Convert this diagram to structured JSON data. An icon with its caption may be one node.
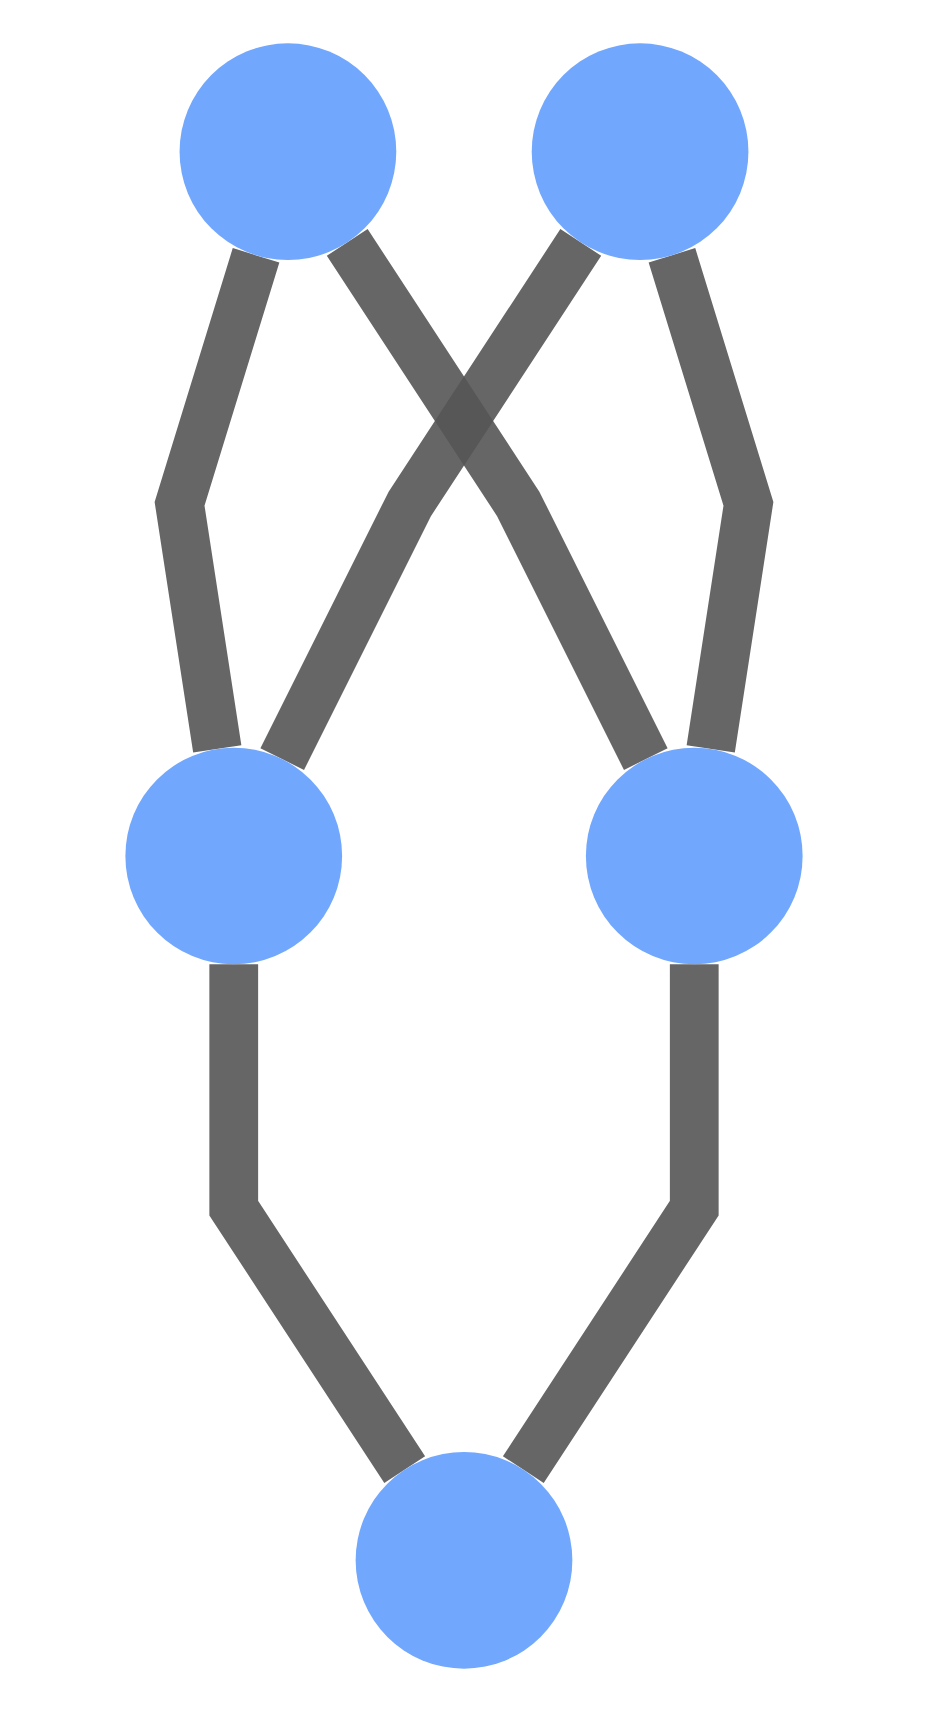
{
  "diagram": {
    "nodes": [
      {
        "text": [],
        "shape": "circle"
      },
      {
        "text": [],
        "shape": "circle"
      },
      {
        "text": [],
        "shape": "circle"
      },
      {
        "text": [],
        "shape": "circle"
      },
      {
        "text": [],
        "shape": "circle"
      }
    ],
    "edges": [
      {
        "from": 0,
        "to": 2,
        "arrow": "none"
      },
      {
        "from": 0,
        "to": 3,
        "arrow": "none"
      },
      {
        "from": 1,
        "to": 2,
        "arrow": "none"
      },
      {
        "from": 1,
        "to": 3,
        "arrow": "none"
      },
      {
        "from": 2,
        "to": 4,
        "arrow": "none"
      },
      {
        "from": 3,
        "to": 4,
        "arrow": "none"
      }
    ]
  }
}
